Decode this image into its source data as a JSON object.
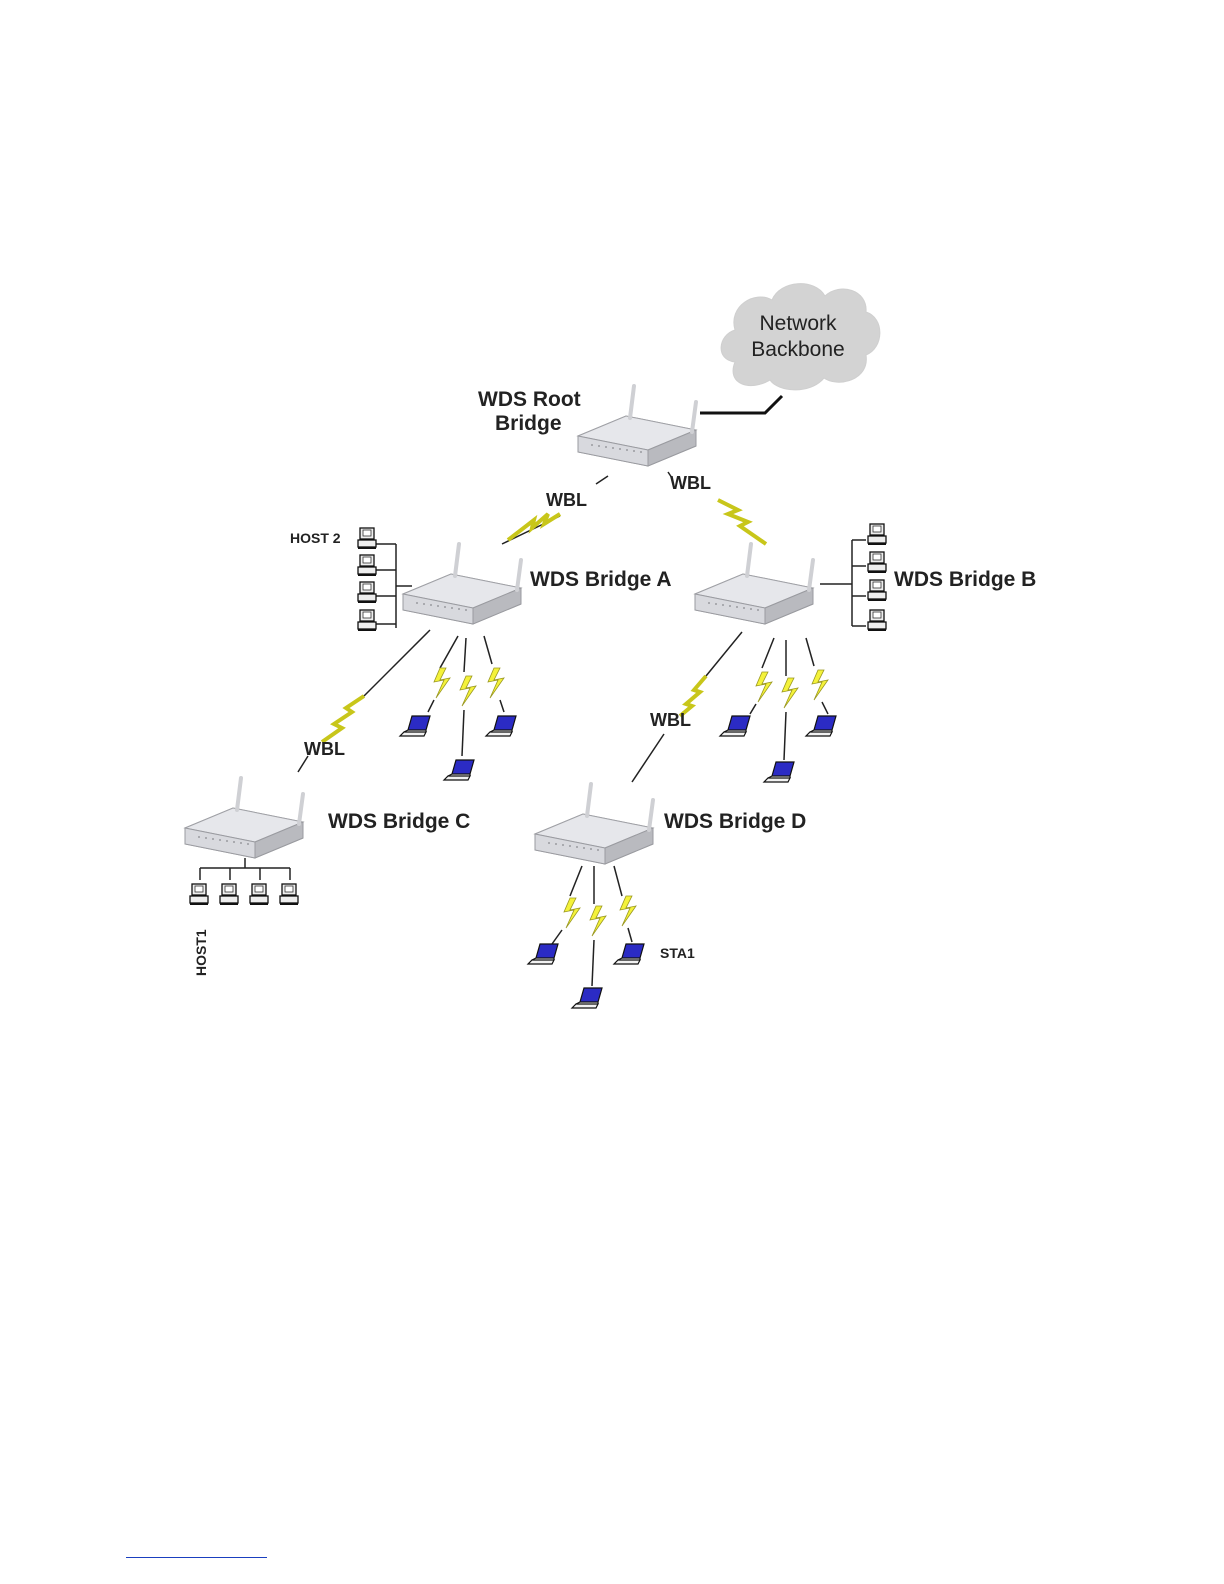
{
  "diagram": {
    "cloud": {
      "line1": "Network",
      "line2": "Backbone"
    },
    "root_bridge": {
      "line1": "WDS Root",
      "line2": "Bridge"
    },
    "bridge_a": "WDS Bridge A",
    "bridge_b": "WDS Bridge B",
    "bridge_c": "WDS Bridge C",
    "bridge_d": "WDS Bridge D",
    "link_label": "WBL",
    "host1": "HOST1",
    "host2": "HOST 2",
    "sta1": "STA1"
  },
  "colors": {
    "lightning": "#f4f23a",
    "laptop_screen": "#2b2bc4",
    "router_body": "#dcdde2",
    "cloud": "#d3d3d3",
    "footnote_rule": "#1a3fbf"
  }
}
